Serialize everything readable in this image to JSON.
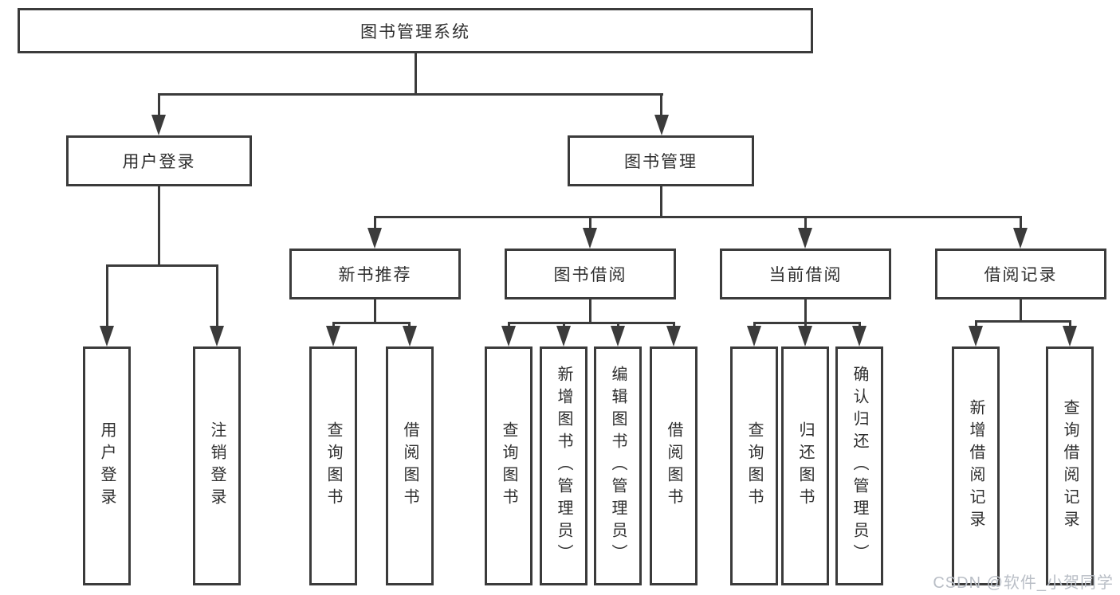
{
  "diagram": {
    "root": "图书管理系统",
    "branches": [
      {
        "label": "用户登录",
        "leaves": [
          "用户登录",
          "注销登录"
        ]
      },
      {
        "label": "图书管理",
        "sections": [
          {
            "label": "新书推荐",
            "leaves": [
              "查询图书",
              "借阅图书"
            ]
          },
          {
            "label": "图书借阅",
            "leaves": [
              "查询图书",
              "新增图书（管理员）",
              "编辑图书（管理员）",
              "借阅图书"
            ]
          },
          {
            "label": "当前借阅",
            "leaves": [
              "查询图书",
              "归还图书",
              "确认归还（管理员）"
            ]
          },
          {
            "label": "借阅记录",
            "leaves": [
              "新增借阅记录",
              "查询借阅记录"
            ]
          }
        ]
      }
    ]
  },
  "watermark": {
    "text": "CSDN @软件_小贺同学",
    "color": "#b9bec6"
  },
  "colors": {
    "line": "#3b3b3b",
    "text": "#2e2e2e",
    "box_bg": "#ffffff"
  }
}
